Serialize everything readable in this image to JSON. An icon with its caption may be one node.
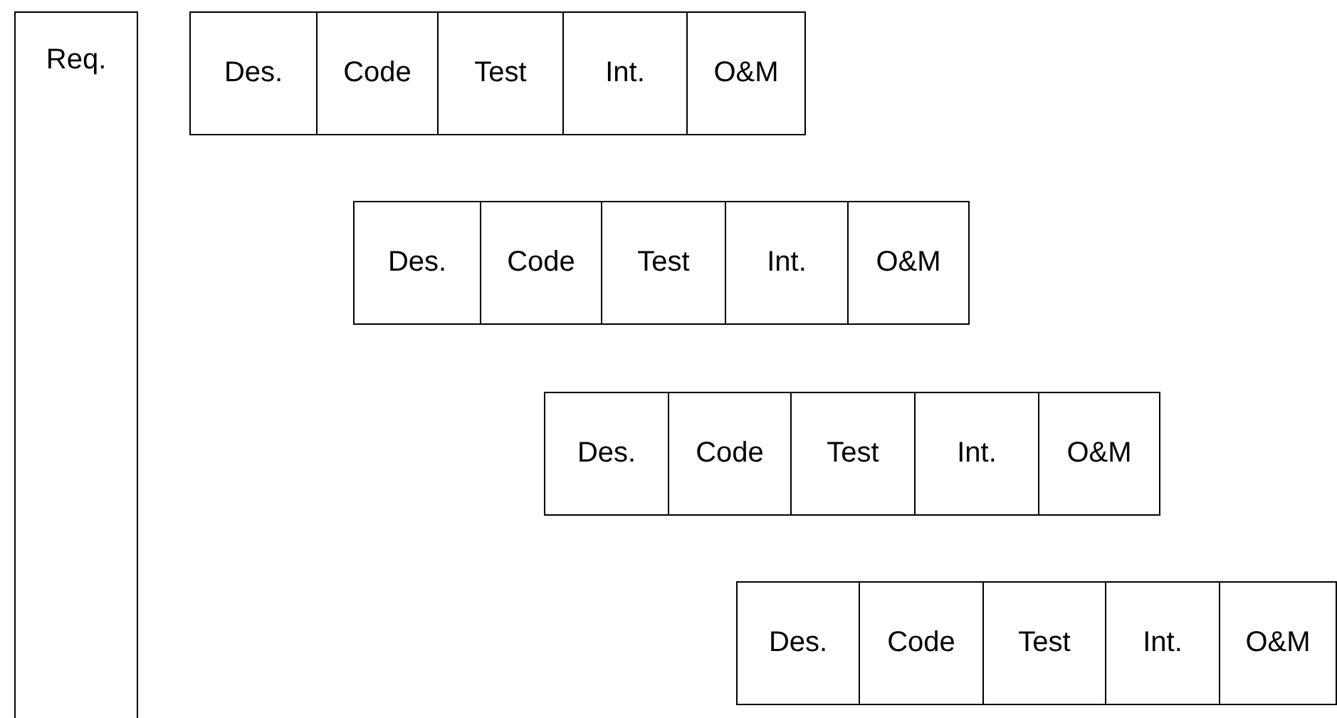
{
  "diagram": {
    "nodes": [
      {
        "text": [
          "Req."
        ]
      },
      {
        "text": [
          "Des."
        ]
      },
      {
        "text": [
          "Code"
        ]
      },
      {
        "text": [
          "Test"
        ]
      },
      {
        "text": [
          "Int."
        ]
      },
      {
        "text": [
          "O&M"
        ]
      },
      {
        "text": [
          "Des."
        ]
      },
      {
        "text": [
          "Code"
        ]
      },
      {
        "text": [
          "Test"
        ]
      },
      {
        "text": [
          "Int."
        ]
      },
      {
        "text": [
          "O&M"
        ]
      },
      {
        "text": [
          "Des."
        ]
      },
      {
        "text": [
          "Code"
        ]
      },
      {
        "text": [
          "Test"
        ]
      },
      {
        "text": [
          "Int."
        ]
      },
      {
        "text": [
          "O&M"
        ]
      },
      {
        "text": [
          "Des."
        ]
      },
      {
        "text": [
          "Code"
        ]
      },
      {
        "text": [
          "Test"
        ]
      },
      {
        "text": [
          "Int."
        ]
      },
      {
        "text": [
          "O&M"
        ]
      }
    ]
  }
}
